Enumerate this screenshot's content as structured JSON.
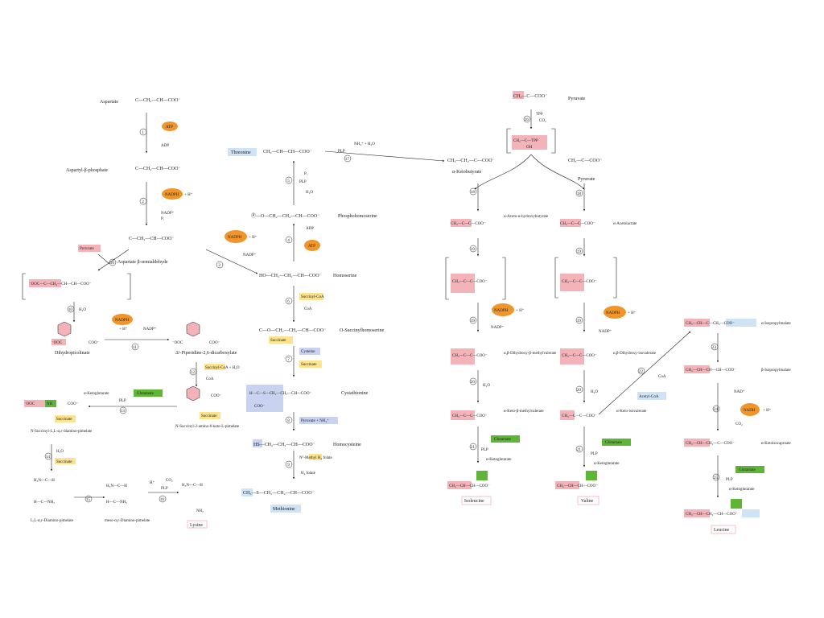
{
  "colors": {
    "orange": "#f0952a",
    "pink": "#f4b3b9",
    "green": "#5fb636",
    "yellow": "#fbe38f",
    "blue": "#cfe3f5",
    "lavender": "#c9d2ee",
    "line": "#222222"
  },
  "aspartate_branch": {
    "aspartate": "Aspartate",
    "aspartate_formula": "C—CH₂—CH—COO⁻",
    "atp": "ATP",
    "adp": "ADP",
    "aspartyl_phosphate": "Aspartyl-β-phosphate",
    "nadph": "NADPH",
    "h_plus": "+ H⁺",
    "nadp": "NADP⁺",
    "pi": "Pᵢ",
    "aspartate_semialdehyde": "Aspartate β-semialdehyde",
    "pyruvate": "Pyruvate",
    "ring_intermediate": "⁻OOC—C—CH₂—CH—CH—COO⁻",
    "h2o": "H₂O",
    "dihydropicolinate": "Dihydropicolinate",
    "piperidine": "Δ¹-Piperidine-2,6-dicarboxylate",
    "succinyl_coa_h2o": "Succinyl-CoA + H₂O",
    "coa": "CoA",
    "glutamate": "Glutamate",
    "a_ketoglutarate": "α-Ketoglutarate",
    "plp": "PLP",
    "succinate": "Succinate",
    "n_succinyl_amino": "N-Succinyl-L,L-α,ε-diamino-pimelate",
    "n_succinyl_keto": "N-Succinyl-2-amino-6-keto-L-pimelate",
    "diaminopimelate_ll": "L,L-α,ε-Diamino-pimelate",
    "diaminopimelate_meso": "meso-α,ε-Diamino-pimelate",
    "co2": "CO₂",
    "lysine": "Lysine"
  },
  "threonine_branch": {
    "threonine": "Threonine",
    "threonine_formula": "CH₃—CH—CH—COO⁻",
    "nh4_h2o": "NH₄⁺ + H₂O",
    "phosphohomoserine": "Phosphohomoserine",
    "homoserine": "Homoserine",
    "succinyl_coa": "Succinyl-CoA",
    "o_succinylhomoserine": "O-Succinylhomoserine",
    "cysteine": "Cysteine",
    "cystathionine": "Cystathionine",
    "pyruvate_nh4": "Pyruvate + NH₄⁺",
    "homocysteine": "Homocysteine",
    "methyl_h4_folate": "N⁵-Methyl H₄ folate",
    "h4_folate": "H₄ folate",
    "methionine": "Methionine",
    "h2o": "H₂O"
  },
  "branched_chain": {
    "pyruvate": "Pyruvate",
    "tpp": "TPP",
    "co2": "CO₂",
    "a_ketobutyrate": "α-Ketobutyrate",
    "a_aceto_a_hydroxybutyrate": "α-Aceto-α-hydroxybutyrate",
    "a_acetolactate": "α-Acetolactate",
    "nadph": "NADPH",
    "h_plus": "+ H⁺",
    "nadp": "NADP⁺",
    "dihydroxy_methylvalerate": "α,β-Dihydroxy-β-methylvalerate",
    "dihydroxy_isovalerate": "α,β-Dihydroxy-isovalerate",
    "h2o": "H₂O",
    "keto_methylvalerate": "α-Keto-β-methylvalerate",
    "keto_isovalerate": "α-Keto-isovalerate",
    "glutamate": "Glutamate",
    "a_ketoglutarate": "α-Ketoglutarate",
    "isoleucine": "Isoleucine",
    "valine": "Valine",
    "acetyl_coa": "Acetyl-CoA",
    "coa": "CoA",
    "isopropylmalate_a": "α-Isopropylmalate",
    "isopropylmalate_b": "β-Isopropylmalate",
    "nad": "NAD⁺",
    "nadh": "NADH",
    "ketoisocaproate": "α-Ketoisocaproate",
    "leucine": "Leucine",
    "plp": "PLP",
    "nh3": "NH₃",
    "coo": "COO⁻",
    "ch3": "CH₃",
    "oh": "OH"
  },
  "step_numbers": [
    "1",
    "2",
    "3",
    "4",
    "5",
    "6",
    "7",
    "8",
    "9",
    "10",
    "11",
    "12",
    "13",
    "14",
    "15",
    "16",
    "17",
    "18",
    "19",
    "20",
    "21",
    "22",
    "23",
    "24",
    "25",
    "26"
  ]
}
